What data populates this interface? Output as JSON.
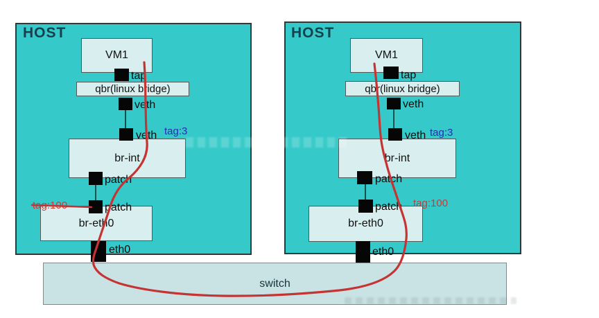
{
  "diagram": {
    "hosts": [
      {
        "label": "HOST",
        "vm_label": "VM1",
        "linux_bridge_label": "qbr(linux bridge)",
        "tap_label": "tap",
        "veth_upper_label": "veth",
        "veth_lower_label": "veth",
        "int_bridge_label": "br-int",
        "patch_upper_label": "patch",
        "patch_lower_label": "patch",
        "eth_bridge_label": "br-eth0",
        "eth_port_label": "eth0",
        "int_vlan_tag": "tag:3",
        "eth_vlan_tag": "tag:100"
      },
      {
        "label": "HOST",
        "vm_label": "VM1",
        "linux_bridge_label": "qbr(linux bridge)",
        "tap_label": "tap",
        "veth_upper_label": "veth",
        "veth_lower_label": "veth",
        "int_bridge_label": "br-int",
        "patch_upper_label": "patch",
        "patch_lower_label": "patch",
        "eth_bridge_label": "br-eth0",
        "eth_port_label": "eth0",
        "int_vlan_tag": "tag:3",
        "eth_vlan_tag": "tag:100"
      }
    ],
    "switch_label": "switch",
    "colors": {
      "host_fill": "#35cac9",
      "node_fill": "#d9eeee",
      "switch_fill": "#c9e2e4",
      "port_fill": "#060606",
      "flow_line": "#c63333",
      "int_tag_text": "#2b2bb5",
      "eth_tag_text": "#c43b3b",
      "host_label_text": "#16404d"
    }
  }
}
